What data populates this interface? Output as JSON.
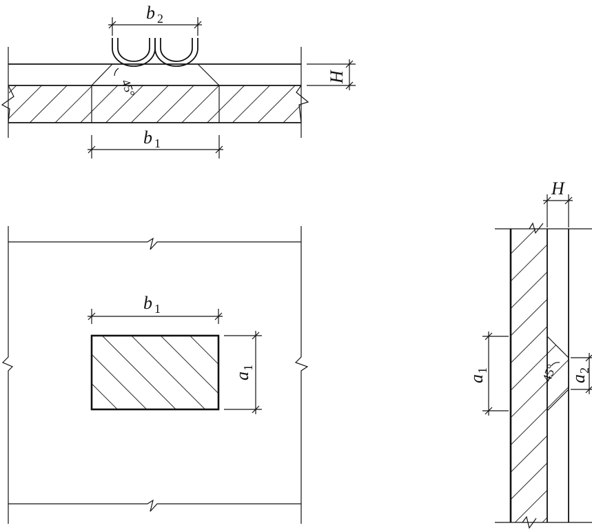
{
  "labels": {
    "b1": "b",
    "b1_sub": "1",
    "b2": "b",
    "b2_sub": "2",
    "a1": "a",
    "a1_sub": "1",
    "a2": "a",
    "a2_sub": "2",
    "H": "H",
    "angle": "45°"
  }
}
